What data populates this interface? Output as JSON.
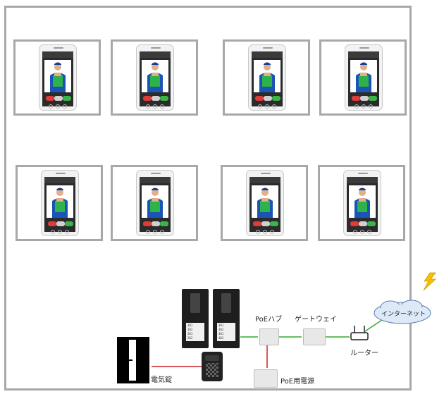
{
  "nodes": {
    "poe_hub": "PoEハブ",
    "gateway": "ゲートウェイ",
    "router": "ルーター",
    "internet": "インターネット",
    "electric_lock": "電気錠",
    "poe_power": "PoE用電源"
  },
  "intercom_directory": [
    [
      "101",
      "102",
      "201",
      "202"
    ],
    [
      "301",
      "302",
      "401",
      "402"
    ]
  ],
  "colors": {
    "power_line": "#cc2222",
    "network_line": "#33aa33",
    "frame": "#a8a8a8",
    "lightning": "#f2c200"
  },
  "tile_count": 8
}
